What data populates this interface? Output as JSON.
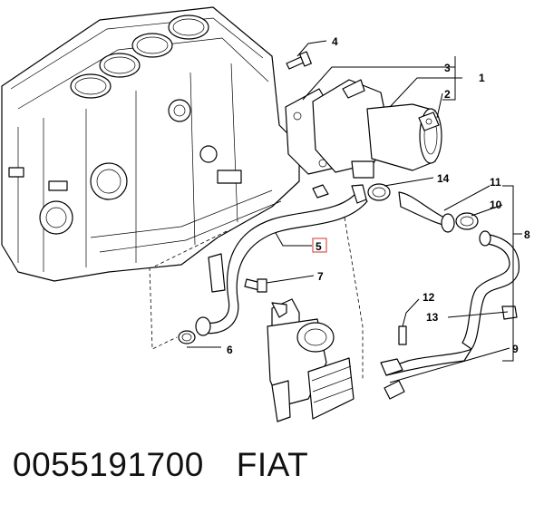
{
  "callouts": {
    "c1": "1",
    "c2": "2",
    "c3": "3",
    "c4": "4",
    "c5": "5",
    "c6": "6",
    "c7": "7",
    "c8": "8",
    "c9": "9",
    "c10": "10",
    "c11": "11",
    "c12": "12",
    "c13": "13",
    "c14": "14"
  },
  "highlight_color": "#d9534f",
  "footer": {
    "part_number": "0055191700",
    "brand": "FIAT"
  }
}
